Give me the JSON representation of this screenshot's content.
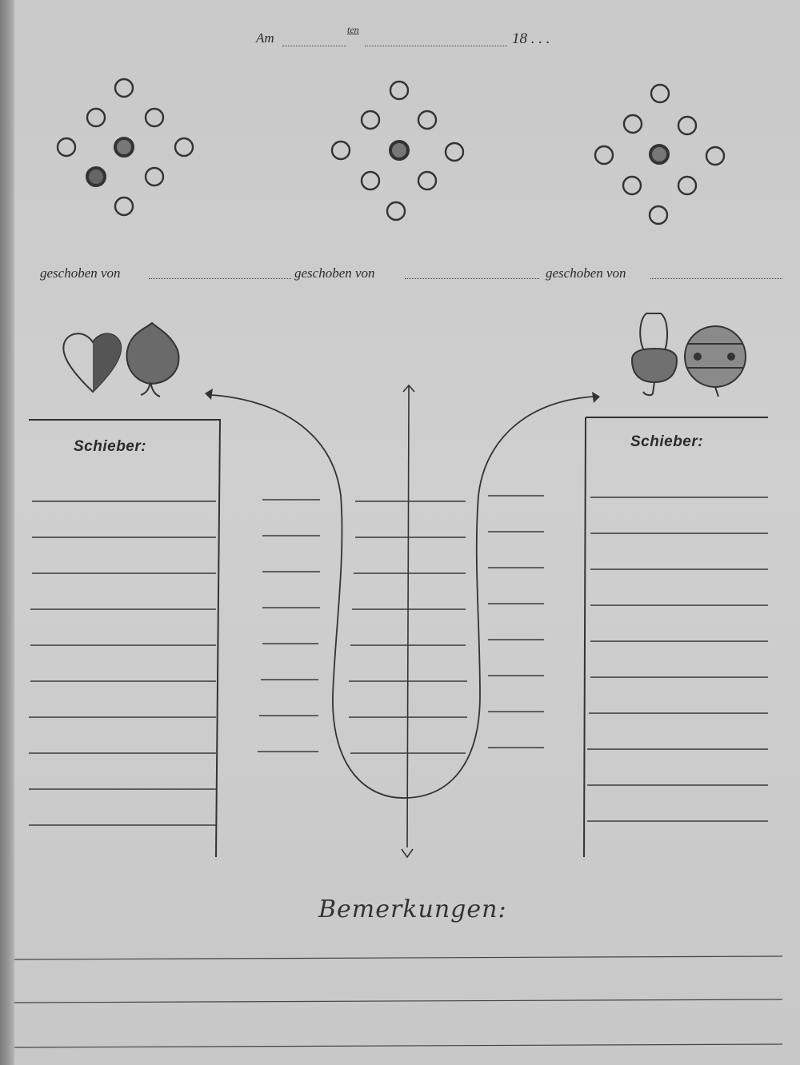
{
  "header": {
    "am": "Am",
    "ten": "ten",
    "year": "18 . . ."
  },
  "pushers": [
    {
      "label": "geschoben von"
    },
    {
      "label": "geschoben von"
    },
    {
      "label": "geschoben von"
    }
  ],
  "suits": {
    "left": [
      "heart-icon",
      "leaf-icon"
    ],
    "right": [
      "acorn-icon",
      "bell-icon"
    ]
  },
  "schieber_left": "Schieber:",
  "schieber_right": "Schieber:",
  "remarks_title": "Bemerkungen:",
  "colors": {
    "paper": "#cccccc",
    "ink": "#2f2f2f"
  }
}
